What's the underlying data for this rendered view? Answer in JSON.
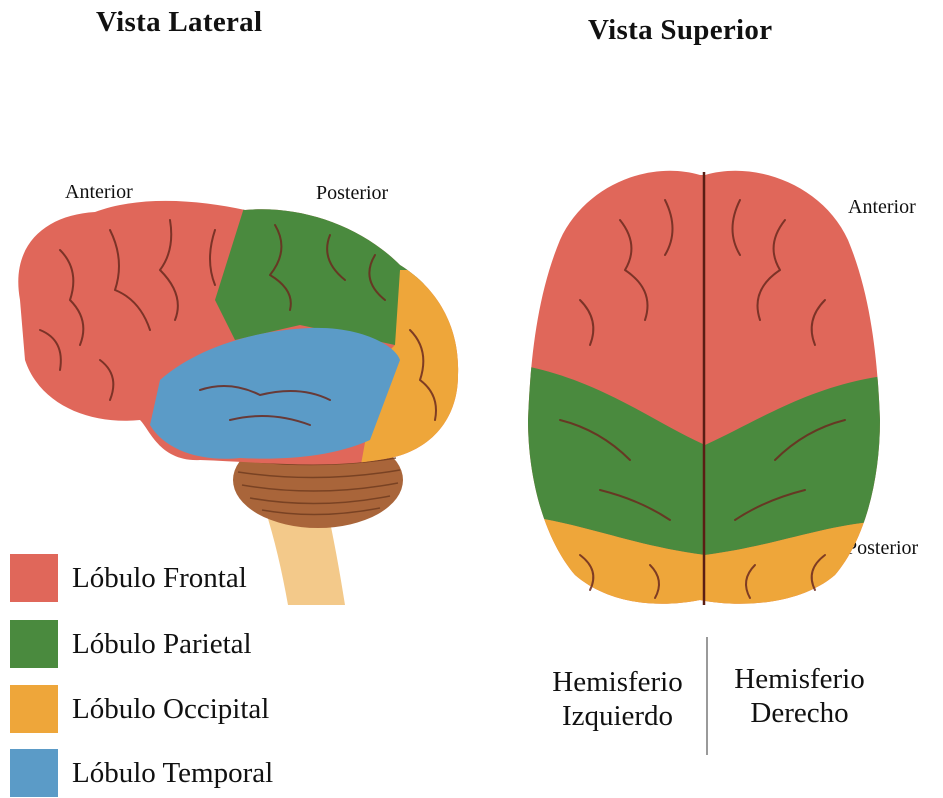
{
  "titles": {
    "lateral": "Vista Lateral",
    "superior": "Vista Superior"
  },
  "lateral_view": {
    "anterior": "Anterior",
    "posterior": "Posterior"
  },
  "superior_view": {
    "anterior": "Anterior",
    "posterior": "Posterior"
  },
  "legend": [
    {
      "label": "Lóbulo Frontal",
      "color": "#e0675a"
    },
    {
      "label": "Lóbulo Parietal",
      "color": "#4a8a3e"
    },
    {
      "label": "Lóbulo Occipital",
      "color": "#eea63a"
    },
    {
      "label": "Lóbulo Temporal",
      "color": "#5b9bc7"
    }
  ],
  "hemispheres": {
    "left": {
      "line1": "Hemisferio",
      "line2": "Izquierdo"
    },
    "right": {
      "line1": "Hemisferio",
      "line2": "Derecho"
    }
  },
  "colors": {
    "frontal": "#e0675a",
    "parietal": "#4a8a3e",
    "occipital": "#eea63a",
    "temporal": "#5b9bc7",
    "cerebellum": "#a9653a",
    "brainstem": "#f3c98a",
    "sulci": "#6b2a1f"
  }
}
